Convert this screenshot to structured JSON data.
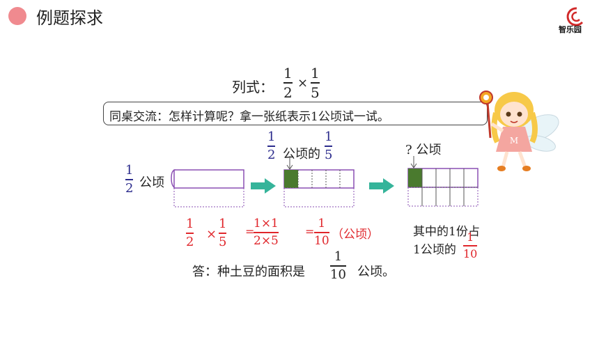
{
  "header": {
    "title": "例题探求",
    "accent_color": "#f08a8f"
  },
  "logo": {
    "text": "智乐园",
    "color": "#d12a2a"
  },
  "formula": {
    "label": "列式：",
    "frac1": {
      "num": "1",
      "den": "2"
    },
    "times": "×",
    "frac2": {
      "num": "1",
      "den": "5"
    }
  },
  "prompt": {
    "text": "同桌交流：怎样计算呢？拿一张纸表示1公顷试一试。"
  },
  "diagram": {
    "left": {
      "frac": {
        "num": "1",
        "den": "2"
      },
      "unit": "公顷"
    },
    "middle": {
      "frac": {
        "num": "1",
        "den": "2"
      },
      "text": "公顷的",
      "frac2": {
        "num": "1",
        "den": "5"
      }
    },
    "right": {
      "text": "? 公顷"
    },
    "arrow_color": "#35b49a",
    "fill_color": "#4a7a2e",
    "border_color": "#8a4fb3"
  },
  "calculation": {
    "f1": {
      "num": "1",
      "den": "2"
    },
    "times": "×",
    "f2": {
      "num": "1",
      "den": "5"
    },
    "eq1": "=",
    "f3": {
      "num": "1×1",
      "den": "2×5"
    },
    "eq2": "=",
    "f4": {
      "num": "1",
      "den": "10"
    },
    "unit": "（公顷）"
  },
  "note": {
    "line1": "其中的1份占",
    "line2": "1公顷的",
    "frac": {
      "num": "1",
      "den": "10"
    }
  },
  "answer": {
    "prefix": "答：种土豆的面积是",
    "frac": {
      "num": "1",
      "den": "10"
    },
    "suffix": "公顷。"
  }
}
